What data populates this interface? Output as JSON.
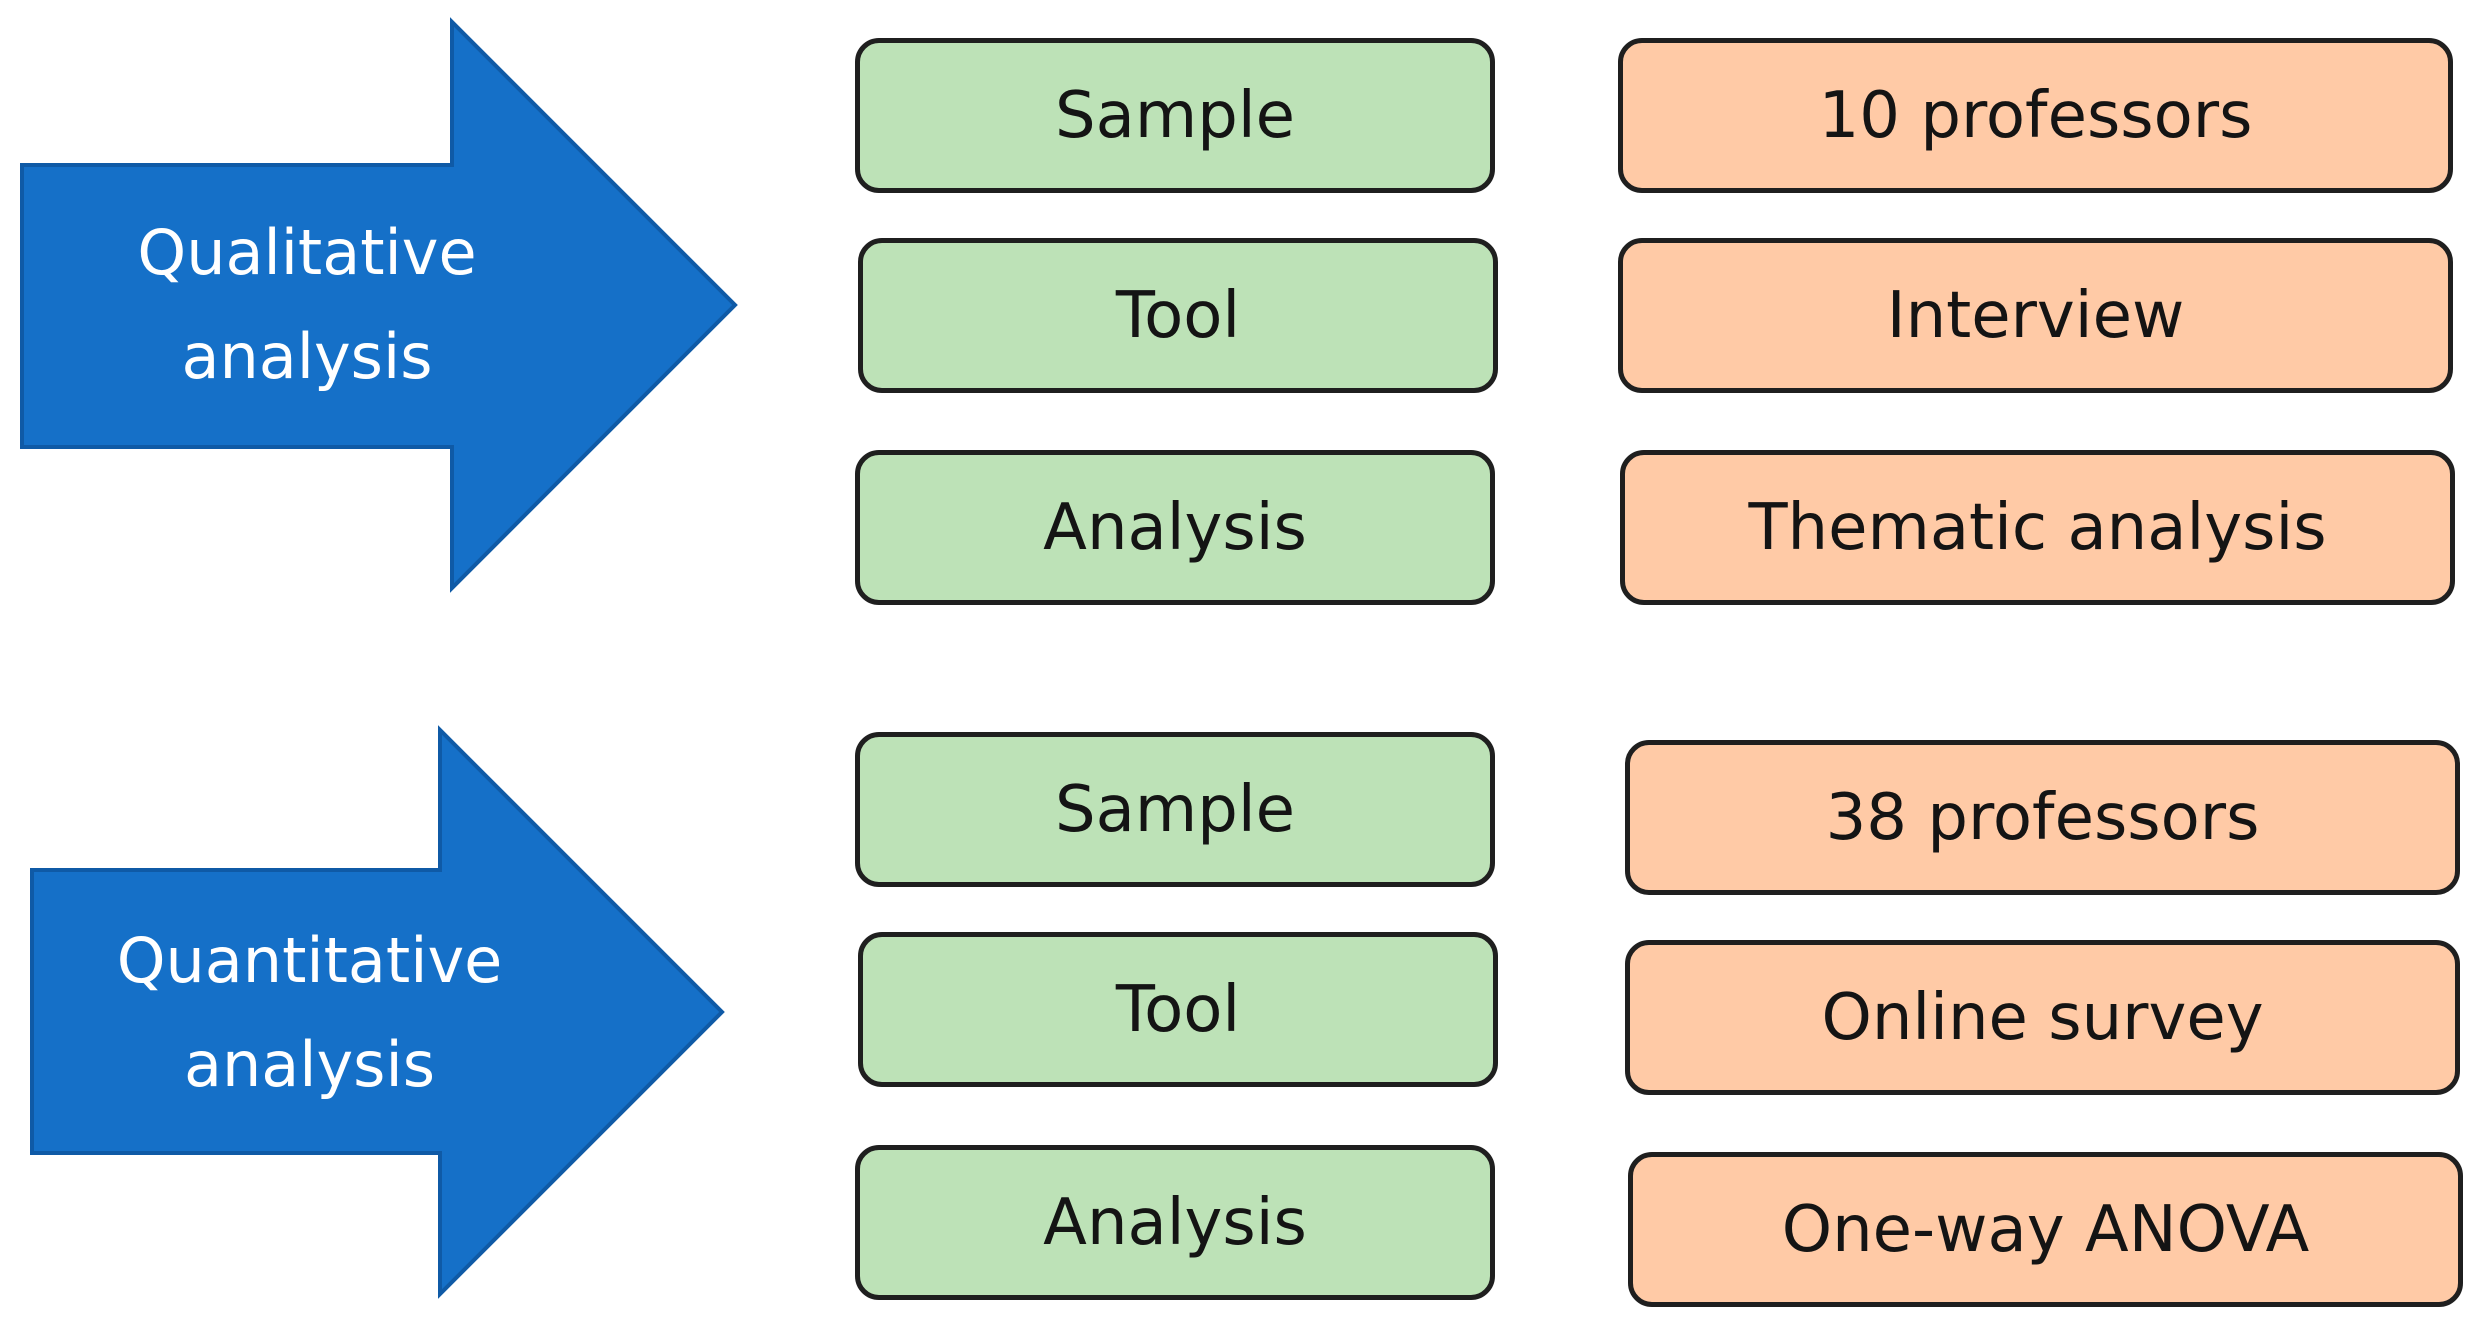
{
  "arrows": [
    {
      "label_line1": "Qualitative",
      "label_line2": "analysis",
      "color": "#1570c8",
      "border": "#0f5aa6"
    },
    {
      "label_line1": "Quantitative",
      "label_line2": "analysis",
      "color": "#1570c8",
      "border": "#0f5aa6"
    }
  ],
  "qualitative": {
    "rows": [
      {
        "key": "Sample",
        "value": "10 professors"
      },
      {
        "key": "Tool",
        "value": "Interview"
      },
      {
        "key": "Analysis",
        "value": "Thematic analysis"
      }
    ]
  },
  "quantitative": {
    "rows": [
      {
        "key": "Sample",
        "value": "38 professors"
      },
      {
        "key": "Tool",
        "value": "Online survey"
      },
      {
        "key": "Analysis",
        "value": "One-way ANOVA"
      }
    ]
  },
  "colors": {
    "key_fill": "#bde2b7",
    "value_fill": "#ffcaa6",
    "box_border": "#1f1f1f"
  }
}
